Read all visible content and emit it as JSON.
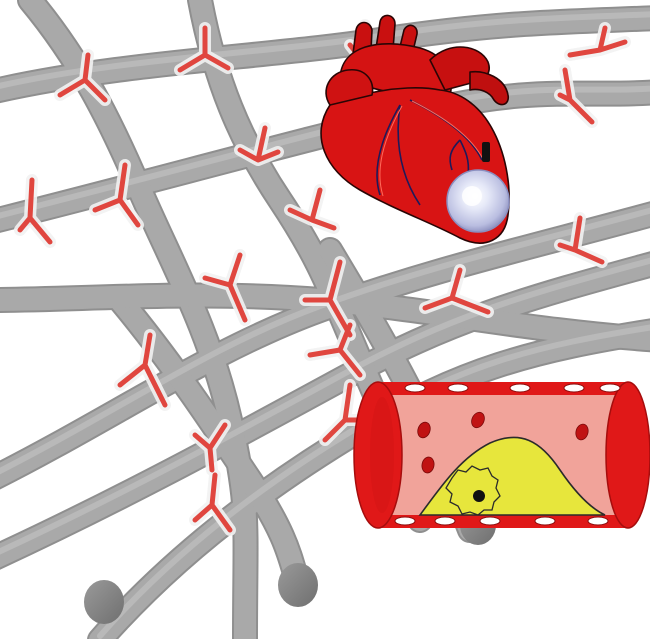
{
  "illustration": {
    "colors": {
      "background": "#ffffff",
      "fiber": "#a6a6a6",
      "fiber_edge": "#8f8f8f",
      "fiber_end": "#8a8a8a",
      "antibody": "#e04a48",
      "antibody_halo": "#f3f3f3",
      "heart": "#d81414",
      "heart_outline": "#2a0505",
      "vessel_wall": "#e01818",
      "vessel_lumen": "#f1a39a",
      "plaque": "#e7e63c",
      "nanoparticle": "#dfe4f7"
    },
    "elements": [
      "nanofiber-mesh",
      "antibody-ligands",
      "heart",
      "nanoparticle",
      "artery-cross-section",
      "atherosclerotic-plaque",
      "red-blood-cells",
      "foam-cell"
    ]
  }
}
